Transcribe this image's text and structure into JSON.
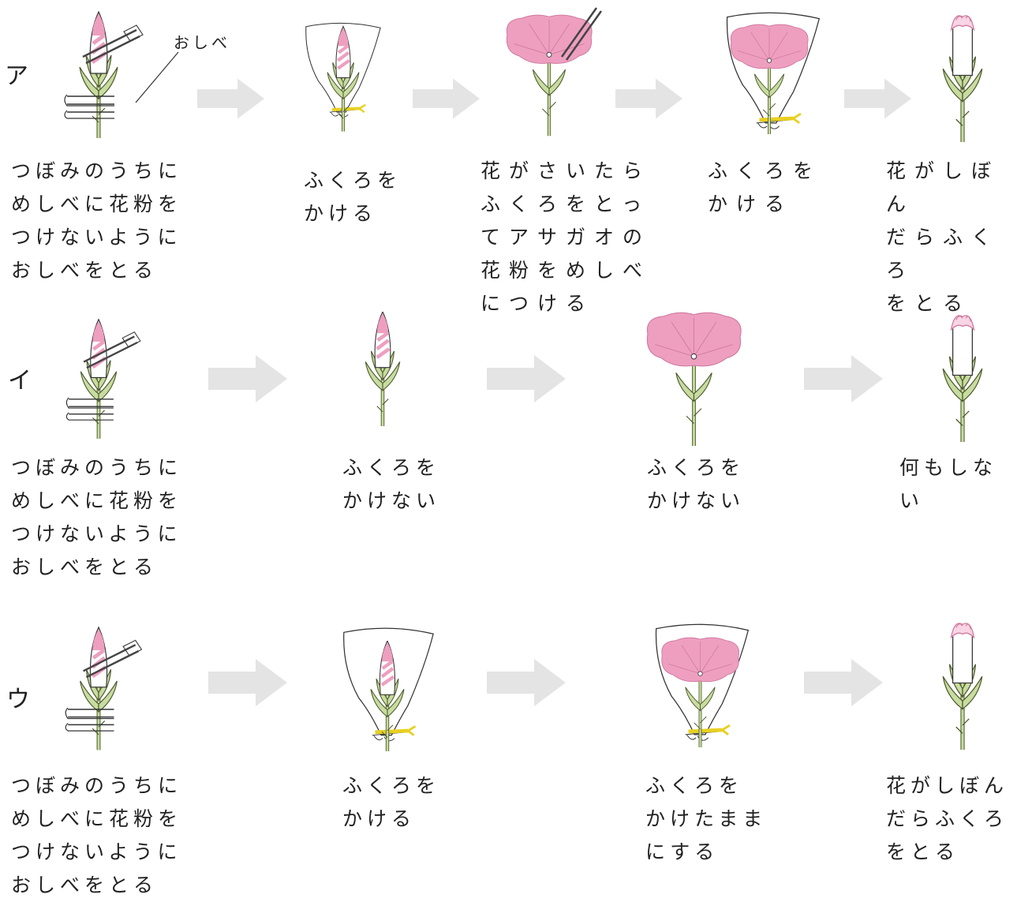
{
  "rows": [
    {
      "label": "ア",
      "callout": "おしべ",
      "steps": [
        {
          "caption": "つぼみのうちに\nめしべに花粉を\nつけないように\nおしべをとる"
        },
        {
          "caption": "ふくろを\nかける"
        },
        {
          "caption": "花がさいたら\nふくろをとっ\nてアサガオの\n花粉をめしべ\nにつける"
        },
        {
          "caption": "ふくろを\nかける"
        },
        {
          "caption": "花がしぼん\nだらふくろ\nをとる"
        }
      ]
    },
    {
      "label": "イ",
      "steps": [
        {
          "caption": "つぼみのうちに\nめしべに花粉を\nつけないように\nおしべをとる"
        },
        {
          "caption": "ふくろを\nかけない"
        },
        {
          "caption": "ふくろを\nかけない"
        },
        {
          "caption": "何もしない"
        }
      ]
    },
    {
      "label": "ウ",
      "steps": [
        {
          "caption": "つぼみのうちに\nめしべに花粉を\nつけないように\nおしべをとる"
        },
        {
          "caption": "ふくろを\nかける"
        },
        {
          "caption": "ふくろを\nかけたまま\nにする"
        },
        {
          "caption": "花がしぼん\nだらふくろ\nをとる"
        }
      ]
    }
  ],
  "colors": {
    "petal": "#ee9fc0",
    "petal_light": "#f8d5e4",
    "stem": "#c8dba0",
    "stem_outline": "#4a5a2a",
    "string": "#e8d020",
    "arrow": "#e4e4e4"
  }
}
